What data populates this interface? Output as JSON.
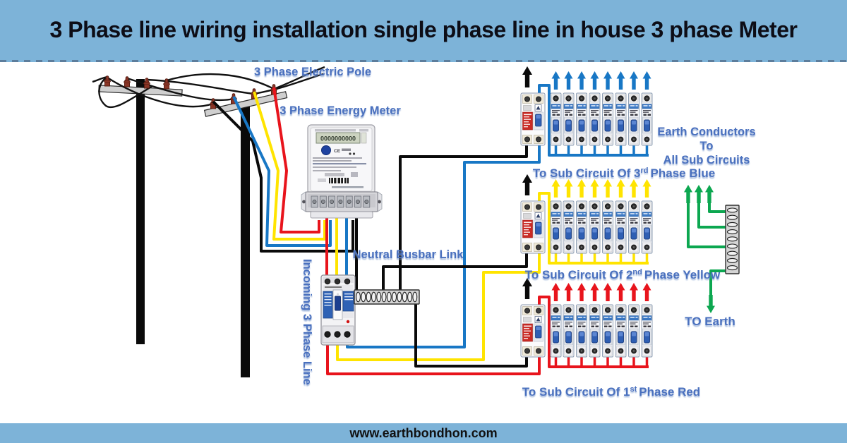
{
  "header": {
    "title": "3 Phase line wiring installation single phase line in house 3 phase Meter"
  },
  "footer": {
    "url": "www.earthbondhon.com"
  },
  "labels": {
    "pole": "3 Phase Electric Pole",
    "meter": "3 Phase Energy Meter",
    "neutral_busbar": "Neutral Busbar Link",
    "incoming": "Incoming 3 Phase Line",
    "earth_line1": "Earth Conductors",
    "earth_line2": "To",
    "earth_line3": "All Sub Circuits",
    "to_earth": "TO Earth"
  },
  "rows": [
    {
      "id": "third-phase-blue",
      "label_prefix": "To Sub Circuit Of 3",
      "label_sup": "rd",
      "label_suffix": "Phase Blue",
      "phase_color": "#1877c5",
      "rcd_count": 1,
      "mcb_count": 8
    },
    {
      "id": "second-phase-yellow",
      "label_prefix": "To Sub Circuit Of 2",
      "label_sup": "nd",
      "label_suffix": "Phase Yellow",
      "phase_color": "#ffe400",
      "rcd_count": 1,
      "mcb_count": 8
    },
    {
      "id": "first-phase-red",
      "label_prefix": "To Sub Circuit Of 1",
      "label_sup": "st",
      "label_suffix": "Phase Red",
      "phase_color": "#e8141c",
      "rcd_count": 1,
      "mcb_count": 8
    }
  ],
  "meter": {
    "lcd_digits": "0000000000",
    "ce_mark": "CE"
  },
  "colors": {
    "band_blue": "#7db3d8",
    "label_blue": "#4a6fbe",
    "wire_red": "#e8141c",
    "wire_yellow": "#ffe400",
    "wire_blue": "#1877c5",
    "wire_black": "#0a0a0a",
    "wire_green": "#0ca750",
    "insulator_red": "#8a3526"
  }
}
